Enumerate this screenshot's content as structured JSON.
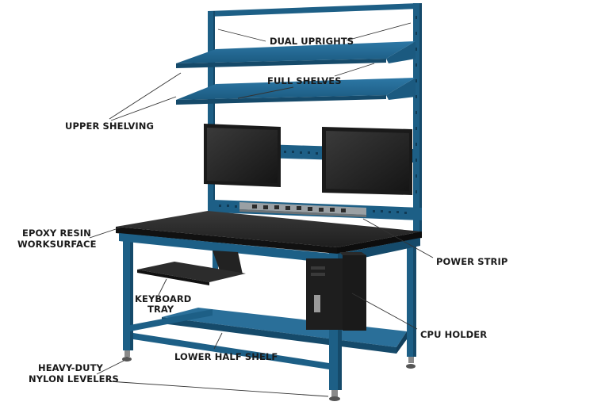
{
  "colors": {
    "frame": "#1d5f86",
    "frame_dark": "#154a6a",
    "frame_light": "#2c74a0",
    "worksurface": "#2a2a2a",
    "monitor": "#1f1f1f",
    "text": "#1a1a1a"
  },
  "labels": {
    "dual_uprights": "DUAL UPRIGHTS",
    "full_shelves": "FULL SHELVES",
    "upper_shelving": "UPPER SHELVING",
    "epoxy_line1": "EPOXY RESIN",
    "epoxy_line2": "WORKSURFACE",
    "power_strip": "POWER STRIP",
    "keyboard_line1": "KEYBOARD",
    "keyboard_line2": "TRAY",
    "cpu_holder": "CPU HOLDER",
    "lower_half_shelf": "LOWER HALF SHELF",
    "levelers_line1": "HEAVY-DUTY",
    "levelers_line2": "NYLON LEVELERS"
  }
}
